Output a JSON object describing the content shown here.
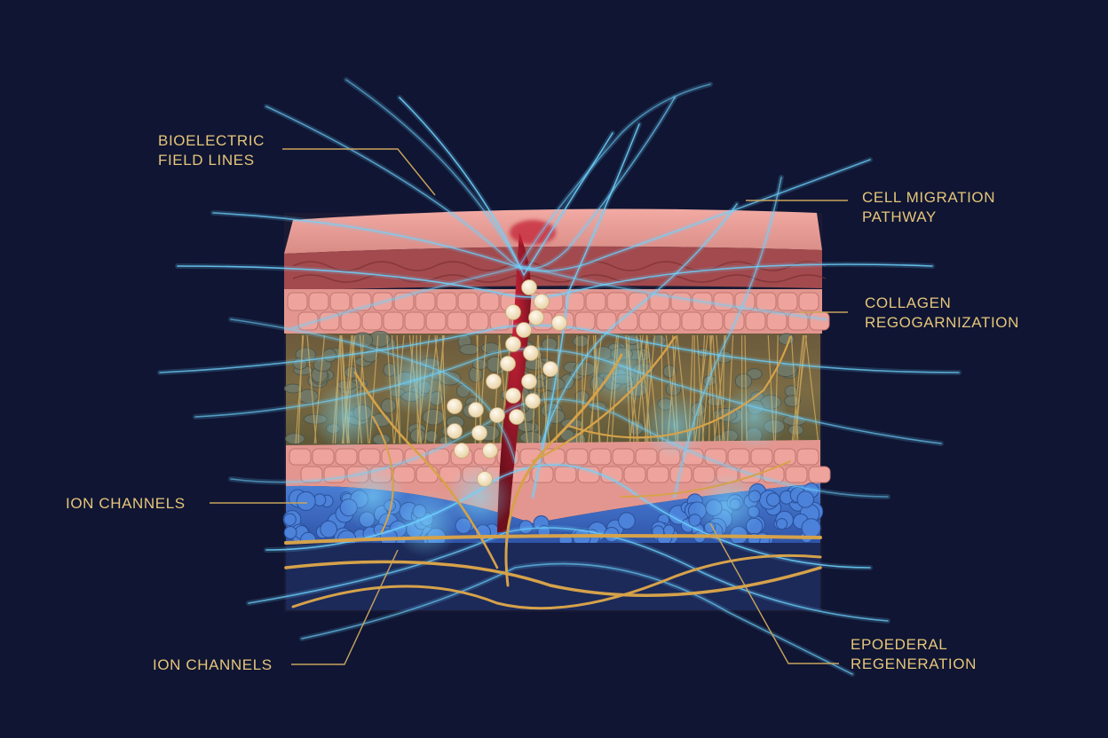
{
  "labels": {
    "bioelectric": {
      "line1": "BIOELECTRIC",
      "line2": "FIELD LINES"
    },
    "cell_migration": {
      "line1": "CELL MIGRATION",
      "line2": "PATHWAY"
    },
    "collagen": {
      "line1": "COLLAGEN",
      "line2": "REGOGARNIZATION"
    },
    "ion_channels_upper": "ION CHANNELS",
    "ion_channels_lower": "ION CHANNELS",
    "epoederal": {
      "line1": "EPOEDERAL",
      "line2": "REGENERATION"
    }
  },
  "colors": {
    "background": "#0f1533",
    "label_text": "#e6c57a",
    "leader_line": "#c9a45c",
    "field_line": "#6fd3ff",
    "skin_pink": "#e79b95",
    "wound_red": "#a0182a",
    "blue_cells": "#3f6fc7",
    "nerve_gold": "#d6a24a",
    "migrating_cell": "#f6e7c4"
  }
}
